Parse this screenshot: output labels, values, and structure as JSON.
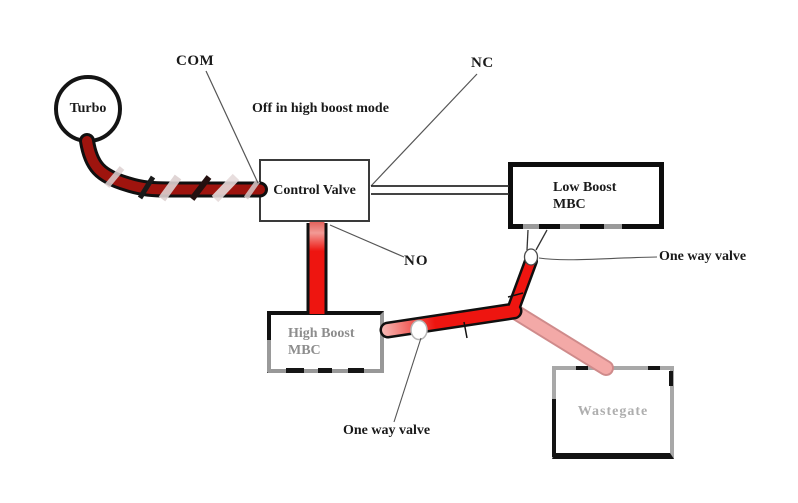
{
  "diagram": {
    "note": "Off in high boost mode",
    "nodes": {
      "turbo": {
        "label": "Turbo"
      },
      "control_valve": {
        "label": "Control Valve"
      },
      "low_boost": {
        "label": "Low Boost\nMBC"
      },
      "high_boost": {
        "label": "High Boost\nMBC"
      },
      "wastegate": {
        "label": "Wastegate"
      }
    },
    "ports": {
      "com": "COM",
      "nc": "NC",
      "no": "NO"
    },
    "valves": {
      "one_way_right": "One way valve",
      "one_way_bottom": "One way valve"
    },
    "colors": {
      "tube_red": "#ee1510",
      "tube_dark_red": "#9e140e",
      "tube_pink": "#f3a9a7",
      "tube_pink_edge": "#cf8b8b",
      "outline_black": "#101010",
      "faded_text_gray": "#8d8d8d",
      "wastegate_border_gray": "#a8a8a8"
    }
  }
}
